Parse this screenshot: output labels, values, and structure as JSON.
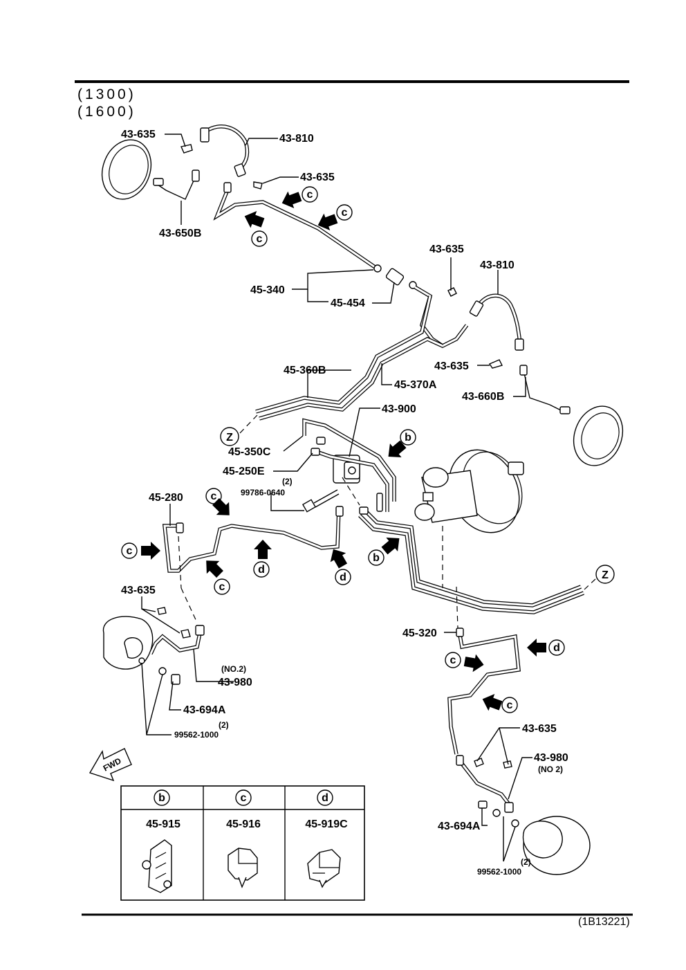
{
  "header": {
    "engine_1": "(1300)",
    "engine_2": "(1600)"
  },
  "labels": {
    "l_43635_a": "43-635",
    "l_43810_a": "43-810",
    "l_43635_b": "43-635",
    "l_43650b": "43-650B",
    "l_45340": "45-340",
    "l_45454": "45-454",
    "l_43635_c": "43-635",
    "l_43810_b": "43-810",
    "l_43635_d": "43-635",
    "l_45360b": "45-360B",
    "l_45370a": "45-370A",
    "l_43660b": "43-660B",
    "l_43900": "43-900",
    "l_45350c": "45-350C",
    "l_45250e": "45-250E",
    "l_qty_bolt": "(2)",
    "l_99786": "99786-0640",
    "l_45280": "45-280",
    "l_43635_e": "43-635",
    "l_no2_a": "(NO.2)",
    "l_43980_a": "43-980",
    "l_43694a_a": "43-694A",
    "l_qty_a": "(2)",
    "l_99562_a": "99562-1000",
    "l_45320": "45-320",
    "l_43635_f": "43-635",
    "l_43980_b": "43-980",
    "l_no2_b": "(NO 2)",
    "l_43694a_b": "43-694A",
    "l_qty_b": "(2)",
    "l_99562_b": "99562-1000",
    "fwd": "FWD",
    "footer_code": "(1B13221)"
  },
  "callouts": {
    "z": "Z",
    "b": "b",
    "c": "c",
    "d": "d"
  },
  "legend": {
    "columns": [
      {
        "letter": "b",
        "part": "45-915"
      },
      {
        "letter": "c",
        "part": "45-916"
      },
      {
        "letter": "d",
        "part": "45-919C"
      }
    ]
  }
}
